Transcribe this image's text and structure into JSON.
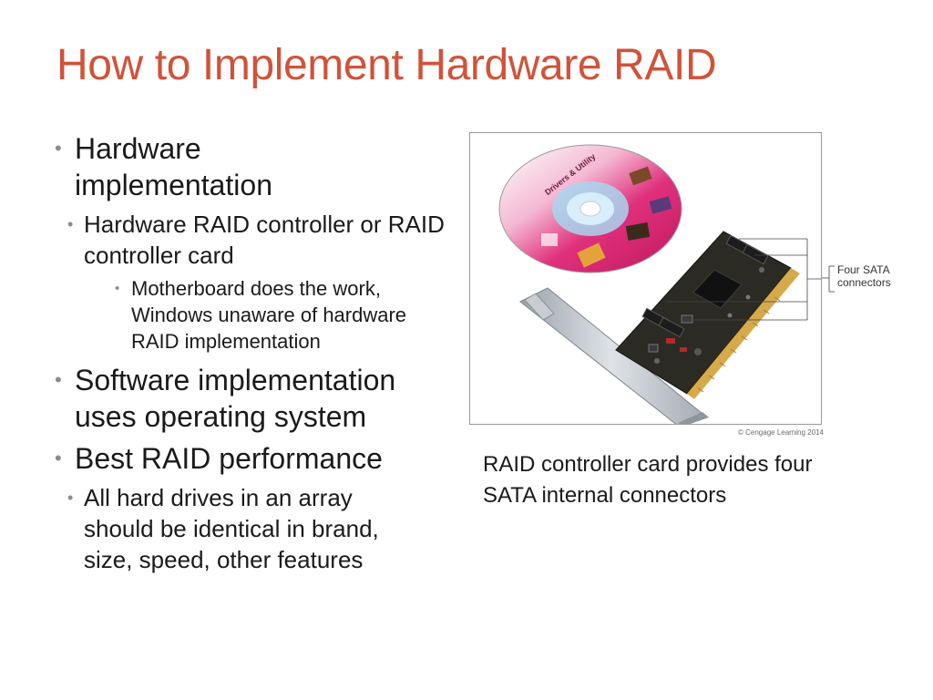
{
  "slide": {
    "title": "How to Implement Hardware RAID"
  },
  "bullets": [
    {
      "level": 1,
      "text": "Hardware implementation"
    },
    {
      "level": 2,
      "text": "Hardware RAID controller or RAID controller card"
    },
    {
      "level": 3,
      "text": "Motherboard does the work, Windows unaware of hardware RAID implementation"
    },
    {
      "level": 1,
      "text": "Software implementation uses operating system"
    },
    {
      "level": 1,
      "text": "Best RAID performance"
    },
    {
      "level": 2,
      "text": "All hard drives in an array should be identical in brand, size, speed, other features"
    }
  ],
  "figure": {
    "cd_label": "Drivers & Utility",
    "callout_label": "Four SATA connectors",
    "credit": "© Cengage Learning 2014",
    "caption": "RAID controller card provides four SATA internal connectors"
  },
  "colors": {
    "title": "#d0533a",
    "bullet": "#8c8c8c",
    "pcb": "#2b2b24",
    "gold_contacts": "#d6a94a",
    "bracket": "#b8bec4",
    "cd_pink": "#e0307c"
  }
}
